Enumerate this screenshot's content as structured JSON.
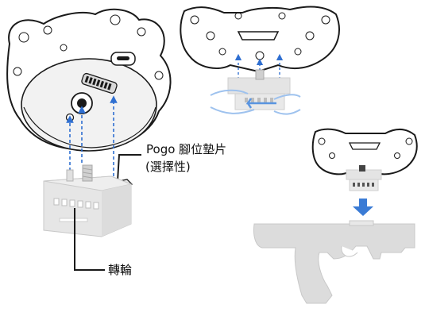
{
  "labels": {
    "pogo_pad": "Pogo 腳位墊片",
    "pogo_pad_optional": "(選擇性)",
    "wheel": "轉輪"
  },
  "colors": {
    "outline": "#1a1a1a",
    "tracker_body": "#ffffff",
    "tracker_face": "#f2f2f2",
    "adapter": "#e4e4e4",
    "dashed_arrow": "#2f6fd1",
    "drop_arrow": "#3a7bd5",
    "gun": "#dcdcdc",
    "motion_arrow": "#9ec2ee"
  },
  "icons": [
    "tracker-front-icon",
    "tracker-side-icon",
    "pogo-pad-icon",
    "mounting-adapter-icon",
    "gun-accessory-icon",
    "down-arrow-icon",
    "rotate-arrow-icon"
  ]
}
